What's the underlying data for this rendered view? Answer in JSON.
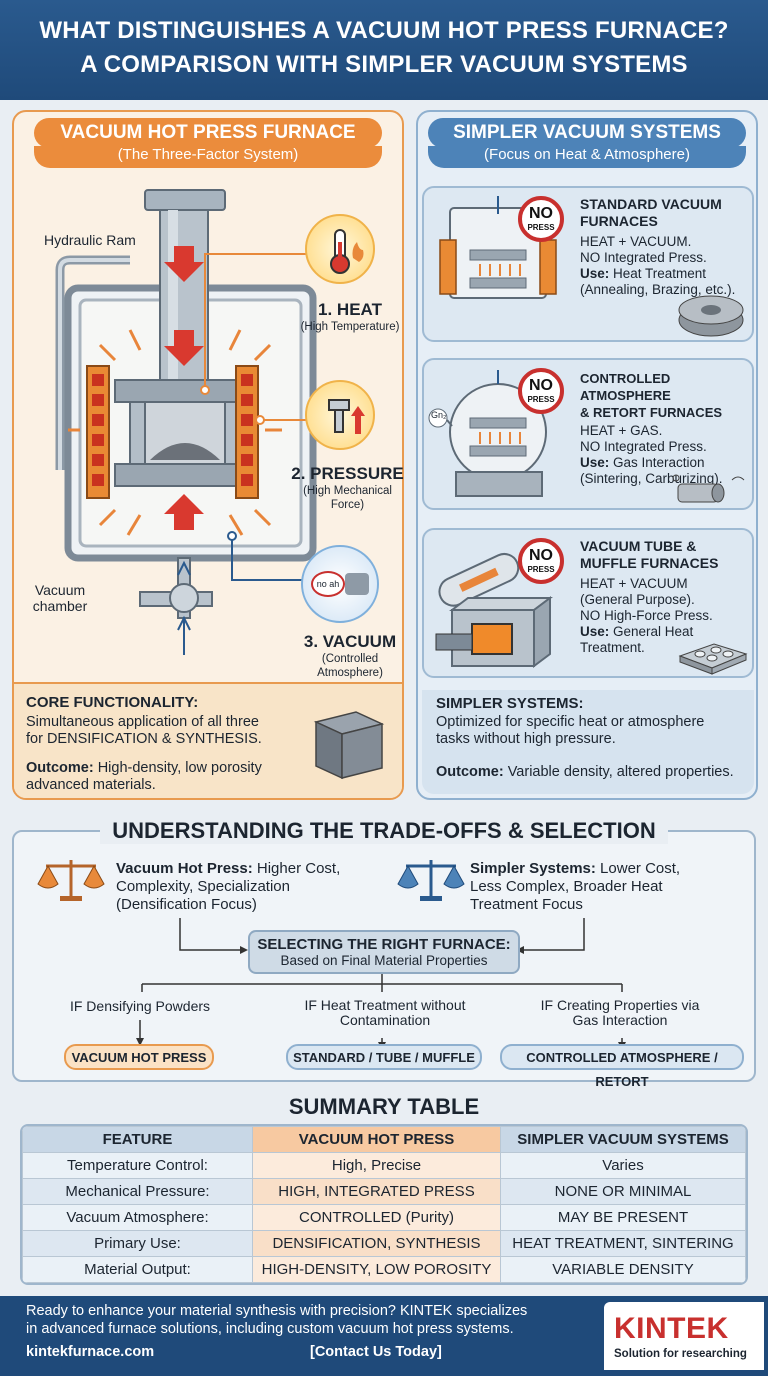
{
  "header": {
    "line1": "WHAT DISTINGUISHES A VACUUM HOT PRESS FURNACE?",
    "line2": "A COMPARISON WITH SIMPLER VACUUM SYSTEMS"
  },
  "left": {
    "title": "VACUUM HOT PRESS FURNACE",
    "subtitle": "(The Three-Factor System)",
    "labels": {
      "ram": "Hydraulic Ram",
      "chamber_line1": "Vacuum",
      "chamber_line2": "chamber",
      "pump_label": "no ah"
    },
    "factors": [
      {
        "name": "1. HEAT",
        "desc": "(High Temperature)"
      },
      {
        "name": "2. PRESSURE",
        "desc_line1": "(High Mechanical",
        "desc_line2": "Force)"
      },
      {
        "name": "3. VACUUM",
        "desc_line1": "(Controlled",
        "desc_line2": "Atmosphere)"
      }
    ],
    "core_title": "CORE FUNCTIONALITY:",
    "core_text1": "Simultaneous application of all three",
    "core_text2": "for DENSIFICATION & SYNTHESIS.",
    "outcome_label": "Outcome:",
    "outcome_text1": " High-density, low porosity",
    "outcome_text2": "advanced materials."
  },
  "right": {
    "title": "SIMPLER VACUUM SYSTEMS",
    "subtitle": "(Focus on Heat & Atmosphere)",
    "badge_no": "NO",
    "badge_press": "PRESS",
    "cards": [
      {
        "title1": "STANDARD VACUUM",
        "title2": "FURNACES",
        "l1": "HEAT + VACUUM.",
        "l2": "NO Integrated Press.",
        "use_label": "Use:",
        "use1": " Heat Treatment",
        "use2": "(Annealing, Brazing, etc.)."
      },
      {
        "title1": "CONTROLLED ATMOSPHERE",
        "title2": "& RETORT FURNACES",
        "l1": "HEAT + GAS.",
        "l2": "NO Integrated Press.",
        "use_label": "Use:",
        "use1": " Gas Interaction",
        "use2": "(Sintering, Carburizing).",
        "gas_label": "Gn₂"
      },
      {
        "title1": "VACUUM TUBE &",
        "title2": "MUFFLE FURNACES",
        "l1": "HEAT + VACUUM",
        "l2": "(General Purpose).",
        "l3": "NO High-Force Press.",
        "use_label": "Use:",
        "use1": " General Heat",
        "use2": "Treatment."
      }
    ],
    "simpler_title": "SIMPLER SYSTEMS:",
    "simpler_text1": "Optimized for specific heat or atmosphere",
    "simpler_text2": "tasks without high pressure.",
    "outcome_label": "Outcome:",
    "outcome_text": " Variable density, altered properties."
  },
  "tradeoffs": {
    "title": "UNDERSTANDING THE TRADE-OFFS & SELECTION",
    "left_bold": "Vacuum Hot Press:",
    "left_text1": " Higher Cost,",
    "left_text2": "Complexity, Specialization",
    "left_text3": "(Densification Focus)",
    "right_bold": "Simpler Systems:",
    "right_text1": " Lower Cost,",
    "right_text2": "Less Complex, Broader Heat",
    "right_text3": "Treatment Focus",
    "select_title": "SELECTING THE RIGHT FURNACE:",
    "select_sub": "Based on Final Material Properties",
    "branches": [
      {
        "cond1": "IF Densifying Powders",
        "cond2": "",
        "result": "VACUUM HOT PRESS"
      },
      {
        "cond1": "IF Heat Treatment without",
        "cond2": "Contamination",
        "result": "STANDARD / TUBE / MUFFLE"
      },
      {
        "cond1": "IF Creating Properties via",
        "cond2": "Gas Interaction",
        "result": "CONTROLLED ATMOSPHERE / RETORT"
      }
    ]
  },
  "summary": {
    "title": "SUMMARY TABLE",
    "headers": [
      "FEATURE",
      "VACUUM HOT PRESS",
      "SIMPLER VACUUM SYSTEMS"
    ],
    "rows": [
      [
        "Temperature Control:",
        "High, Precise",
        "Varies"
      ],
      [
        "Mechanical Pressure:",
        "HIGH, INTEGRATED PRESS",
        "NONE OR MINIMAL"
      ],
      [
        "Vacuum Atmosphere:",
        "CONTROLLED (Purity)",
        "MAY BE PRESENT"
      ],
      [
        "Primary Use:",
        "DENSIFICATION, SYNTHESIS",
        "HEAT TREATMENT, SINTERING"
      ],
      [
        "Material Output:",
        "HIGH-DENSITY, LOW POROSITY",
        "VARIABLE DENSITY"
      ]
    ]
  },
  "footer": {
    "text1": "Ready to enhance your material synthesis with precision? KINTEK specializes",
    "text2": "in advanced furnace solutions, including custom vacuum hot press systems.",
    "site": "kintekfurnace.com",
    "cta": "[Contact Us Today]",
    "logo": "KINTEK",
    "tagline": "Solution for researching"
  },
  "colors": {
    "orange": "#e8893a",
    "blue": "#2a5a8e",
    "red": "#c8302e"
  }
}
